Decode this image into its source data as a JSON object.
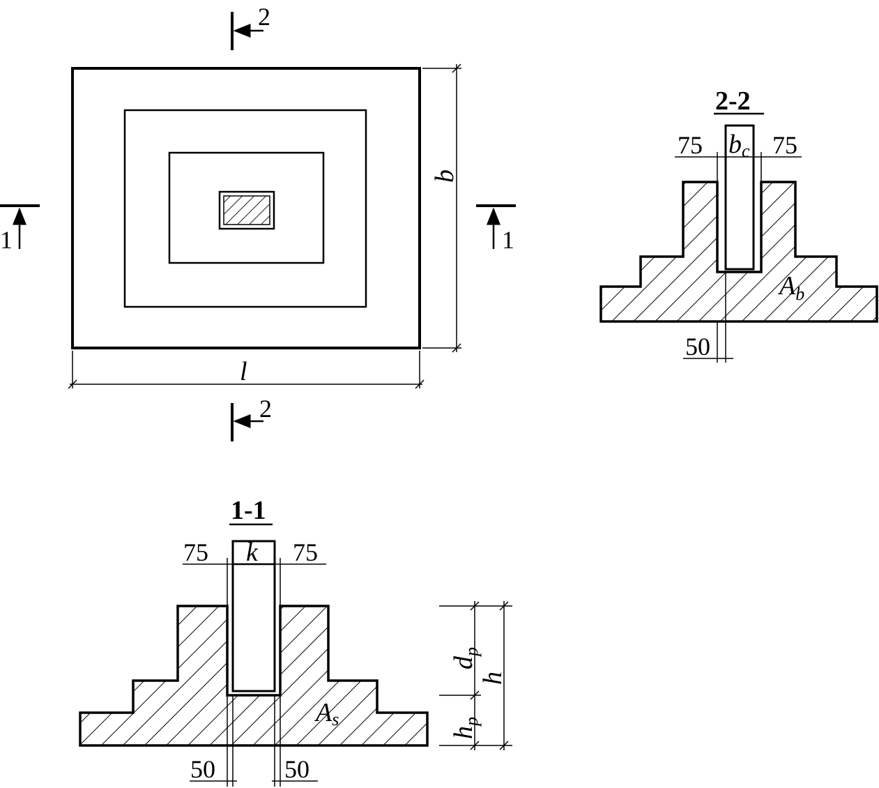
{
  "plan": {
    "dim_length": "l",
    "dim_width": "b",
    "cut_2_top": "2",
    "cut_2_bottom": "2",
    "cut_1_left": "1",
    "cut_1_right": "1"
  },
  "section_2_2": {
    "title": "2-2",
    "gap_left": "75",
    "gap_right": "75",
    "column_base": "b",
    "column_sub": "c",
    "area_base": "A",
    "area_sub": "b",
    "bottom_gap": "50"
  },
  "section_1_1": {
    "title": "1-1",
    "gap_left": "75",
    "gap_right": "75",
    "column_label": "k",
    "area_base": "A",
    "area_sub": "s",
    "bottom_gap_left": "50",
    "bottom_gap_right": "50",
    "dim_dp_base": "d",
    "dim_dp_sub": "p",
    "dim_hp_base": "h",
    "dim_hp_sub": "p",
    "dim_h": "h"
  }
}
